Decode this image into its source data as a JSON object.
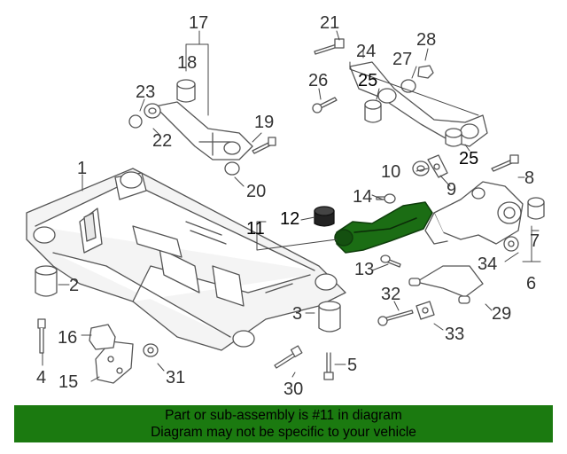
{
  "colors": {
    "outline": "#555555",
    "part_fill": "#ffffff",
    "highlight": "#1b6d14",
    "banner": "#1b7a10"
  },
  "callouts": {
    "c1": "1",
    "c2": "2",
    "c3": "3",
    "c4": "4",
    "c5": "5",
    "c6": "6",
    "c7": "7",
    "c8": "8",
    "c9": "9",
    "c10": "10",
    "c11": "11",
    "c12": "12",
    "c13": "13",
    "c14": "14",
    "c15": "15",
    "c16": "16",
    "c17": "17",
    "c18": "18",
    "c19": "19",
    "c20": "20",
    "c21": "21",
    "c22": "22",
    "c23": "23",
    "c24": "24",
    "c25a": "25",
    "c25b": "25",
    "c26": "26",
    "c27": "27",
    "c28": "28",
    "c29": "29",
    "c30": "30",
    "c31": "31",
    "c32": "32",
    "c33": "33",
    "c34": "34"
  },
  "banner": {
    "line1": "Part or sub-assembly is #11 in diagram",
    "line2": "Diagram may not be specific to your vehicle"
  }
}
